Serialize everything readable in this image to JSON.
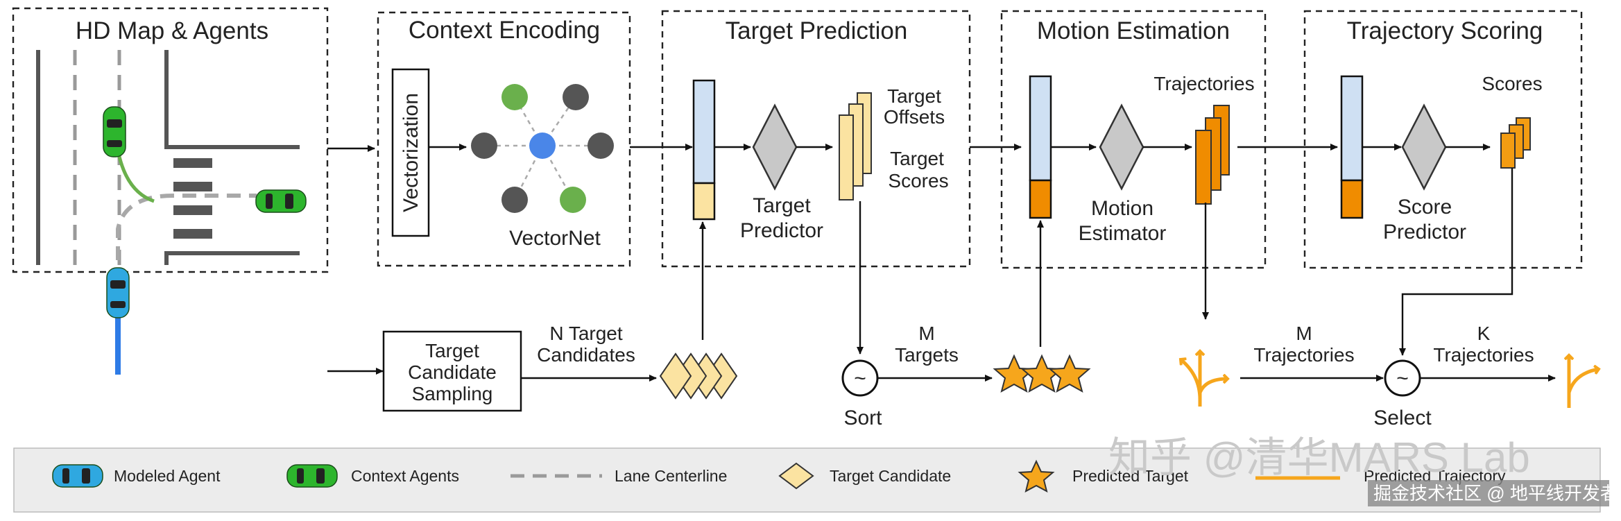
{
  "panels": {
    "hd_map": "HD Map & Agents",
    "context_encoding": "Context Encoding",
    "target_prediction": "Target Prediction",
    "motion_estimation": "Motion Estimation",
    "trajectory_scoring": "Trajectory Scoring"
  },
  "context": {
    "vectorization": "Vectorization",
    "vectornet": "VectorNet"
  },
  "target": {
    "predictor_l1": "Target",
    "predictor_l2": "Predictor",
    "offsets_l1": "Target",
    "offsets_l2": "Offsets",
    "scores_l1": "Target",
    "scores_l2": "Scores"
  },
  "motion": {
    "trajectories": "Trajectories",
    "estimator_l1": "Motion",
    "estimator_l2": "Estimator"
  },
  "scoring": {
    "scores": "Scores",
    "predictor_l1": "Score",
    "predictor_l2": "Predictor"
  },
  "bottom": {
    "sampling_l1": "Target",
    "sampling_l2": "Candidate",
    "sampling_l3": "Sampling",
    "n_targets_l1": "N Target",
    "n_targets_l2": "Candidates",
    "sort_symbol": "~",
    "sort": "Sort",
    "m_targets_l1": "M",
    "m_targets_l2": "Targets",
    "m_traj_l1": "M",
    "m_traj_l2": "Trajectories",
    "select_symbol": "~",
    "select": "Select",
    "k_traj_l1": "K",
    "k_traj_l2": "Trajectories"
  },
  "legend": {
    "modeled_agent": "Modeled Agent",
    "context_agents": "Context Agents",
    "lane_centerline": "Lane Centerline",
    "target_candidate": "Target Candidate",
    "predicted_target": "Predicted Target",
    "predicted_trajectory": "Predicted Trajectory"
  },
  "watermark": {
    "main": "知乎 @清华MARS Lab",
    "sub": "掘金技术社区 @ 地平线开发者"
  },
  "colors": {
    "modeled_agent": "#2fa8e0",
    "context_agent": "#2db52d",
    "encoder": "#cfe0f3",
    "target_cell": "#fbe3a1",
    "target_mark": "#f6a61c",
    "trajectory": "#f08c00",
    "score": "#f39c12"
  }
}
